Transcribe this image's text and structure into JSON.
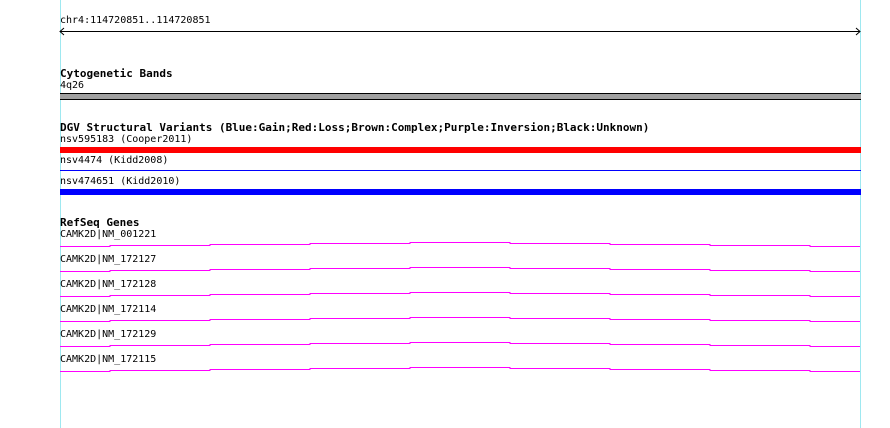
{
  "ruler": {
    "label": "chr4:114720851..114720851"
  },
  "tracks": {
    "cytoband": {
      "title": "Cytogenetic Bands",
      "band": "4q26",
      "color": "#a0a0a0"
    },
    "dgv": {
      "title": "DGV Structural Variants (Blue:Gain;Red:Loss;Brown:Complex;Purple:Inversion;Black:Unknown)",
      "items": [
        {
          "label": "nsv595183 (Cooper2011)",
          "color": "#ff0000",
          "thick": true
        },
        {
          "label": "nsv4474 (Kidd2008)",
          "color": "#0000ff",
          "thick": false
        },
        {
          "label": "nsv474651 (Kidd2010)",
          "color": "#0000ff",
          "thick": true
        }
      ]
    },
    "refseq": {
      "title": "RefSeq Genes",
      "color": "#ff00ff",
      "items": [
        {
          "label": "CAMK2D|NM_001221"
        },
        {
          "label": "CAMK2D|NM_172127"
        },
        {
          "label": "CAMK2D|NM_172128"
        },
        {
          "label": "CAMK2D|NM_172114"
        },
        {
          "label": "CAMK2D|NM_172129"
        },
        {
          "label": "CAMK2D|NM_172115"
        }
      ]
    }
  }
}
